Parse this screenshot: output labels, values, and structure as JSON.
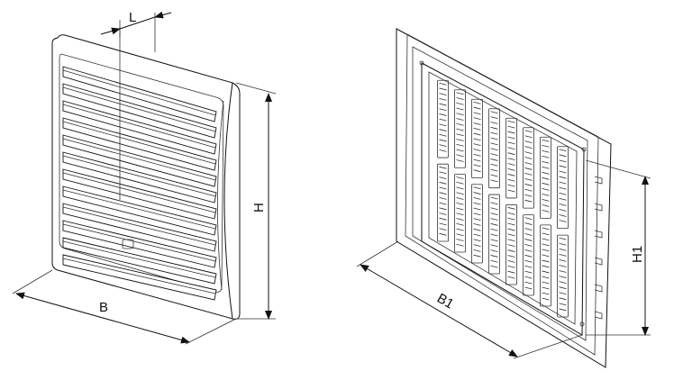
{
  "dimensions": {
    "L": "L",
    "H": "H",
    "B": "B",
    "H1": "H1",
    "B1": "B1"
  },
  "colors": {
    "line": "#111111",
    "background": "#ffffff"
  }
}
